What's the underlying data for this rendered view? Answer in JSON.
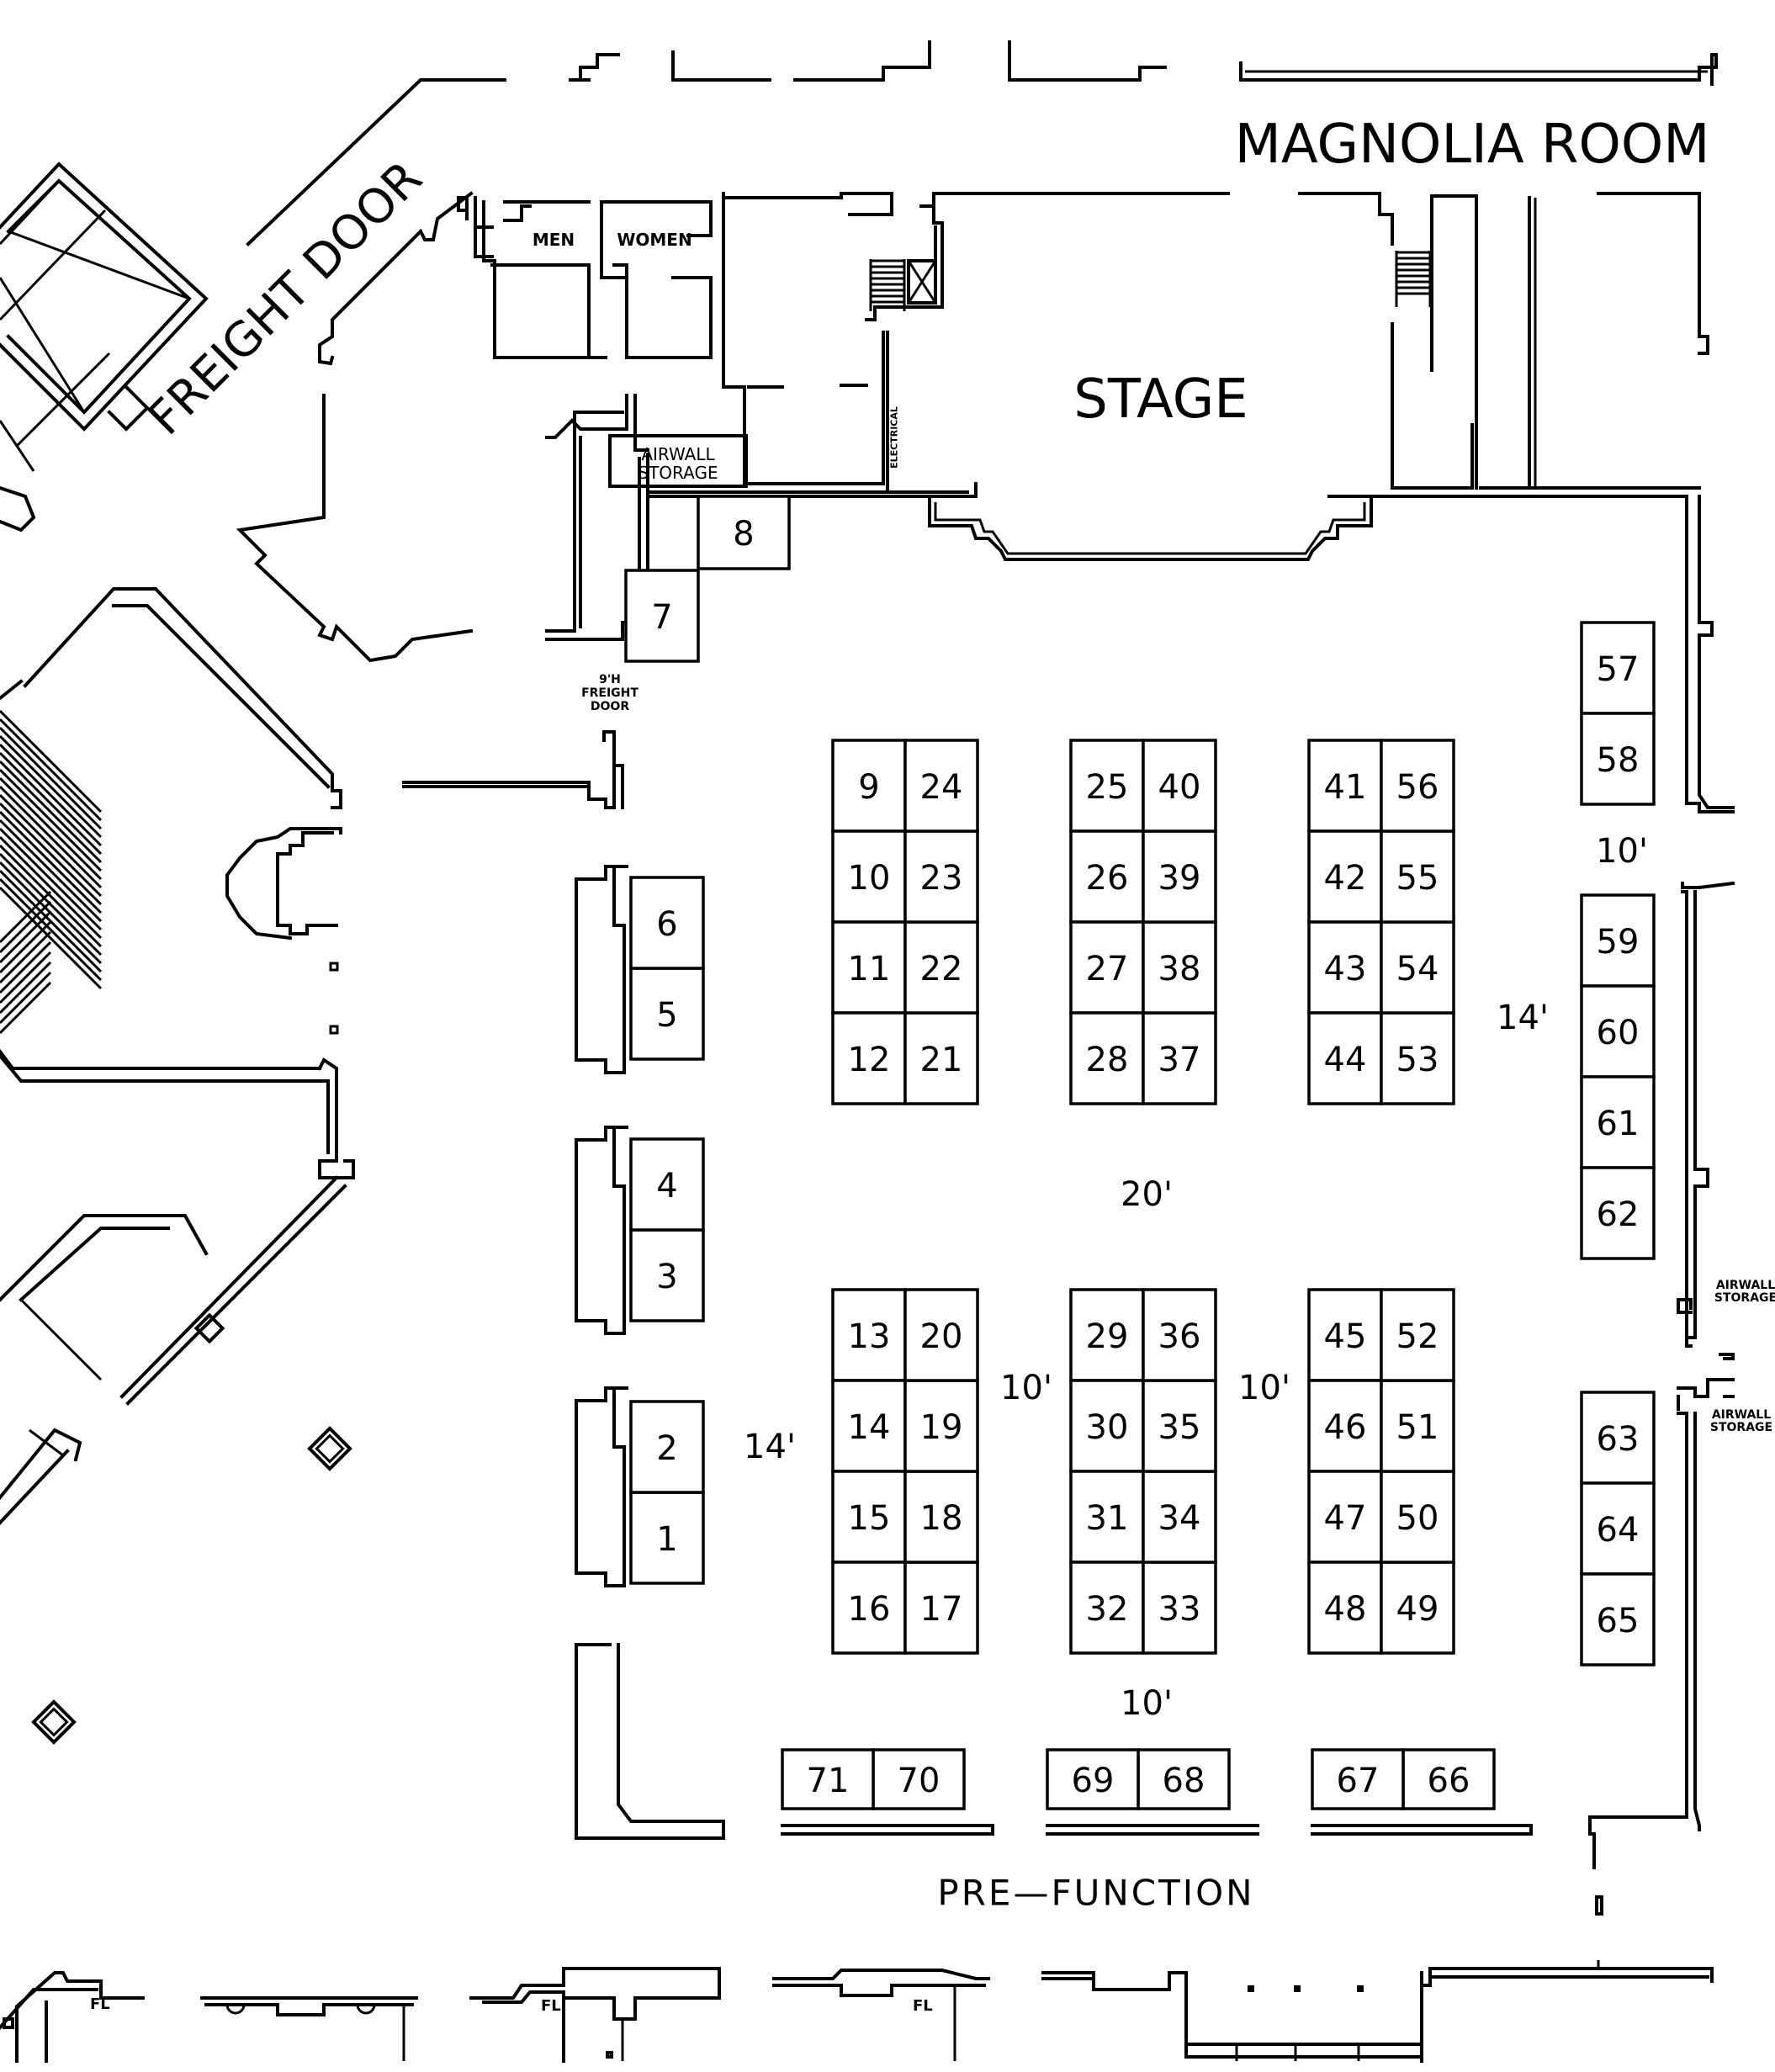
{
  "labels": {
    "room": "MAGNOLIA ROOM",
    "stage": "STAGE",
    "prefunction": "PRE—FUNCTION",
    "freight_door": "FREIGHT DOOR",
    "men": "MEN",
    "women": "WOMEN",
    "airwall_storage_1": "AIRWALL",
    "airwall_storage_2": "STORAGE",
    "freight_small_1": "9'H",
    "freight_small_2": "FREIGHT",
    "freight_small_3": "DOOR",
    "electrical": "ELECTRICAL",
    "airwall_right_1a": "AIRWALL",
    "airwall_right_1b": "STORAGE",
    "airwall_right_2a": "AIRWALL",
    "airwall_right_2b": "STORAGE",
    "fl1": "FL",
    "fl2": "FL",
    "fl3": "FL"
  },
  "dimensions": {
    "d1": "10'",
    "d2": "14'",
    "d3": "20'",
    "d4": "10'",
    "d5": "10'",
    "d6": "14'",
    "d7": "10'"
  },
  "booths": [
    "1",
    "2",
    "3",
    "4",
    "5",
    "6",
    "7",
    "8",
    "9",
    "10",
    "11",
    "12",
    "13",
    "14",
    "15",
    "16",
    "17",
    "18",
    "19",
    "20",
    "21",
    "22",
    "23",
    "24",
    "25",
    "26",
    "27",
    "28",
    "29",
    "30",
    "31",
    "32",
    "33",
    "34",
    "35",
    "36",
    "37",
    "38",
    "39",
    "40",
    "41",
    "42",
    "43",
    "44",
    "45",
    "46",
    "47",
    "48",
    "49",
    "50",
    "51",
    "52",
    "53",
    "54",
    "55",
    "56",
    "57",
    "58",
    "59",
    "60",
    "61",
    "62",
    "63",
    "64",
    "65",
    "66",
    "67",
    "68",
    "69",
    "70",
    "71"
  ]
}
